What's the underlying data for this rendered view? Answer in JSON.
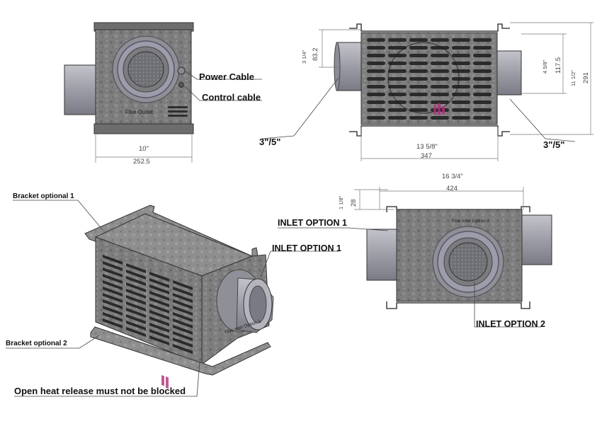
{
  "views": {
    "front": {
      "power_cable": "Power Cable",
      "control_cable": "Control cable",
      "flue_outlet": "Flue Outlet",
      "width_in": "10\"",
      "width_mm": "252.5"
    },
    "side": {
      "left_pipe": "3\"/5\"",
      "right_pipe": "3\"/5\"",
      "top_offset_in": "3 1/4\"",
      "top_offset_mm": "83.2",
      "pipe_height_in": "4 5/8\"",
      "pipe_height_mm": "117.5",
      "total_height_in": "11 1/2\"",
      "total_height_mm": "291",
      "body_width_in": "13 5/8\"",
      "body_width_mm": "347"
    },
    "iso": {
      "bracket_1": "Bracket optional 1",
      "bracket_2": "Bracket optional 2",
      "inlet_option_1": "INLET OPTION 1",
      "flue_inlet_stamp": "Flue Inlet Option 1",
      "warning": "Open heat release must not be blocked"
    },
    "top": {
      "inlet_option_1": "INLET OPTION 1",
      "inlet_option_2": "INLET OPTION 2",
      "flue_inlet_stamp": "Flue Inlet Option 2",
      "bracket_in": "1 1/8\"",
      "bracket_mm": "28",
      "total_width_in": "16 3/4\"",
      "total_width_mm": "424"
    }
  },
  "colors": {
    "metal": "#7f7f7f",
    "metal_dark": "#5e5e5e",
    "pipe": "#a7a7b1",
    "grille": "#2a2a2a",
    "accent_magenta": "#b1307a"
  }
}
